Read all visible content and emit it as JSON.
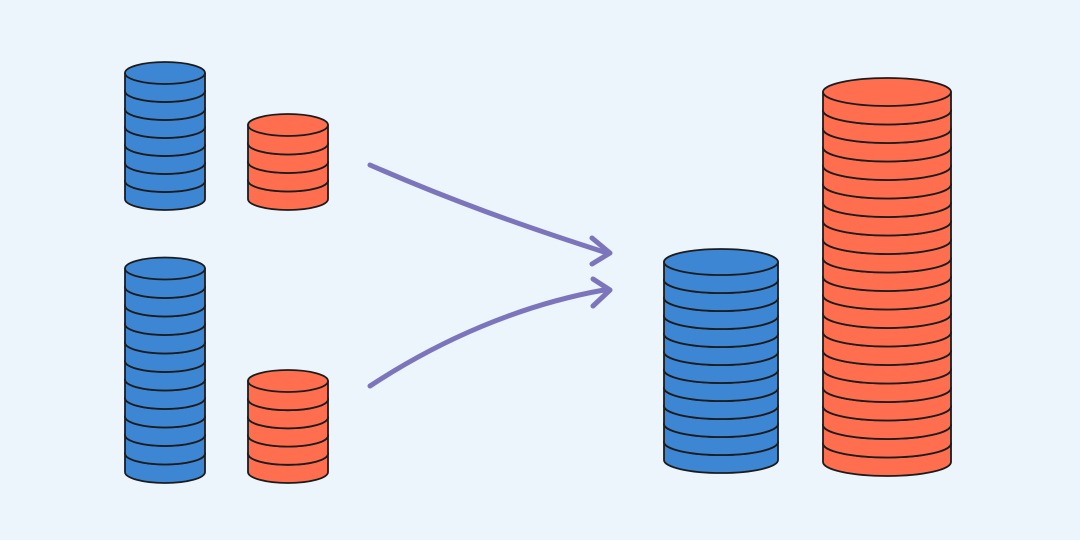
{
  "colors": {
    "background": "#ebf5fb",
    "blue": "#3d86d3",
    "red": "#ff6e4e",
    "outline": "#1c1c1c",
    "arrow": "#7d75bb"
  },
  "stacks": [
    {
      "name": "stack-top-left-blue",
      "color": "blue",
      "coins": 7
    },
    {
      "name": "stack-top-left-red",
      "color": "red",
      "coins": 4
    },
    {
      "name": "stack-bottom-left-blue",
      "color": "blue",
      "coins": 11
    },
    {
      "name": "stack-bottom-left-red",
      "color": "red",
      "coins": 5
    },
    {
      "name": "stack-result-blue",
      "color": "blue",
      "coins": 11
    },
    {
      "name": "stack-result-red",
      "color": "red",
      "coins": 20
    }
  ],
  "arrows": [
    {
      "name": "arrow-top",
      "icon": "right-arrow-icon"
    },
    {
      "name": "arrow-bottom",
      "icon": "right-arrow-icon"
    }
  ]
}
